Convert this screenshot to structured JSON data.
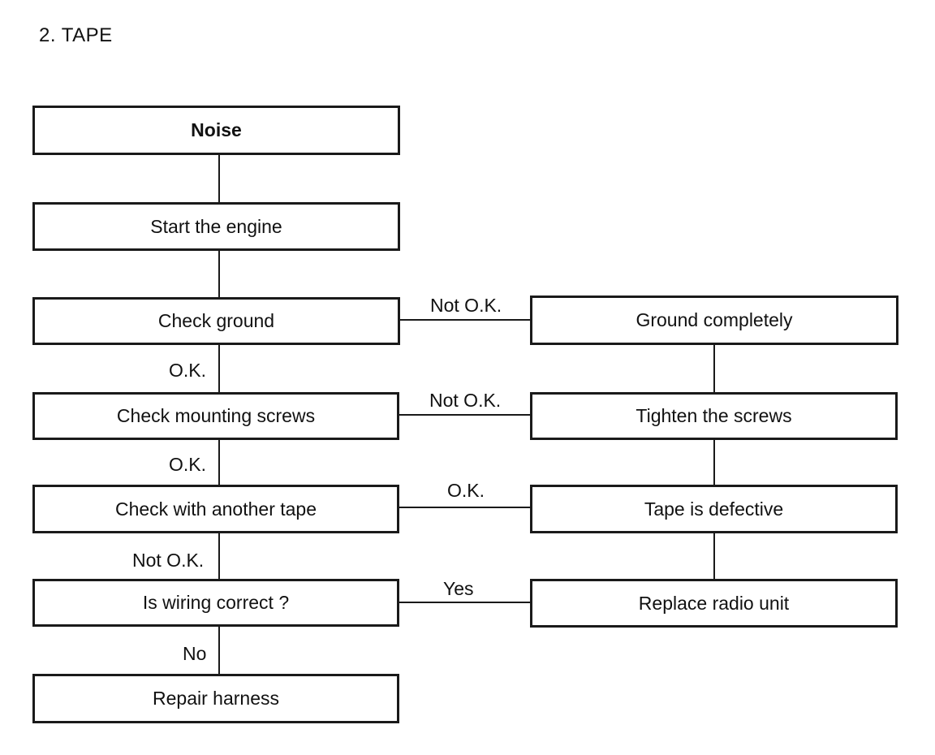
{
  "heading": "2.  TAPE",
  "nodes": {
    "noise": "Noise",
    "start_engine": "Start the engine",
    "check_ground": "Check ground",
    "ground_completely": "Ground completely",
    "check_mounting_screws": "Check mounting screws",
    "tighten_screws": "Tighten the screws",
    "check_another_tape": "Check with another tape",
    "tape_defective": "Tape is defective",
    "is_wiring_correct": "Is wiring correct ?",
    "replace_radio_unit": "Replace radio unit",
    "repair_harness": "Repair harness"
  },
  "edges": {
    "ground_not_ok": "Not O.K.",
    "ground_ok": "O.K.",
    "screws_not_ok": "Not O.K.",
    "screws_ok": "O.K.",
    "tape_ok": "O.K.",
    "tape_not_ok": "Not O.K.",
    "wiring_yes": "Yes",
    "wiring_no": "No"
  }
}
